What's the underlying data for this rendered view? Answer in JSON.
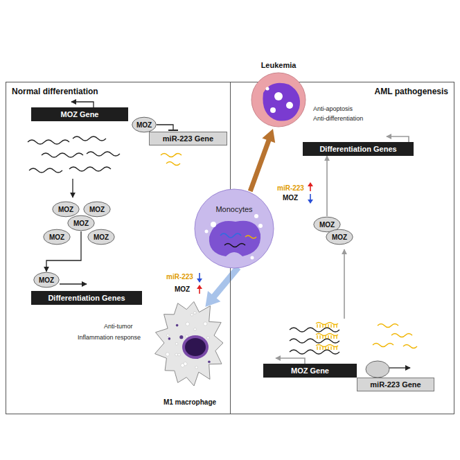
{
  "diagram": {
    "nodes": [
      {
        "text": [
          "Normal differentiation"
        ]
      },
      {
        "text": [
          "MOZ Gene"
        ],
        "in": 0
      },
      {
        "text": [
          "MOZ"
        ],
        "in": 0
      },
      {
        "text": [
          "miR-223 Gene"
        ],
        "in": 0
      },
      {
        "text": [
          "MOZ"
        ],
        "in": 0
      },
      {
        "text": [
          "MOZ"
        ],
        "in": 0
      },
      {
        "text": [
          "MOZ"
        ],
        "in": 0
      },
      {
        "text": [
          "MOZ"
        ],
        "in": 0
      },
      {
        "text": [
          "MOZ"
        ],
        "in": 0
      },
      {
        "text": [
          "MOZ"
        ],
        "in": 0
      },
      {
        "text": [
          "Differentiation Genes"
        ],
        "in": 0
      },
      {
        "text": [
          "AML pathogenesis"
        ]
      },
      {
        "text": [
          "Leukemia"
        ]
      },
      {
        "text": [
          "Differentiation Genes"
        ],
        "in": 11
      },
      {
        "text": [
          "MOZ"
        ],
        "in": 11
      },
      {
        "text": [
          "MOZ"
        ],
        "in": 11
      },
      {
        "text": [
          "MOZ Gene"
        ],
        "in": 11
      },
      {
        "text": [
          "miR-223 Gene"
        ],
        "in": 11
      },
      {
        "text": [
          "Monocytes"
        ]
      },
      {
        "text": [
          "M1 macrophage"
        ]
      }
    ],
    "edges": [
      {
        "from": 2,
        "to": 3,
        "arrow": "to"
      },
      {
        "from": 6,
        "to": 9,
        "arrow": "to"
      },
      {
        "from": 14,
        "to": 13,
        "arrow": "to"
      },
      {
        "from": 18,
        "to": 12,
        "arrow": "to"
      },
      {
        "from": 18,
        "to": 19,
        "arrow": "to"
      }
    ],
    "labels": [
      "Anti-apoptosis",
      "Anti-differentiation",
      "miR-223",
      "MOZ",
      "miR-223",
      "MOZ",
      "Anti-tumor",
      "Inflammation response"
    ]
  }
}
